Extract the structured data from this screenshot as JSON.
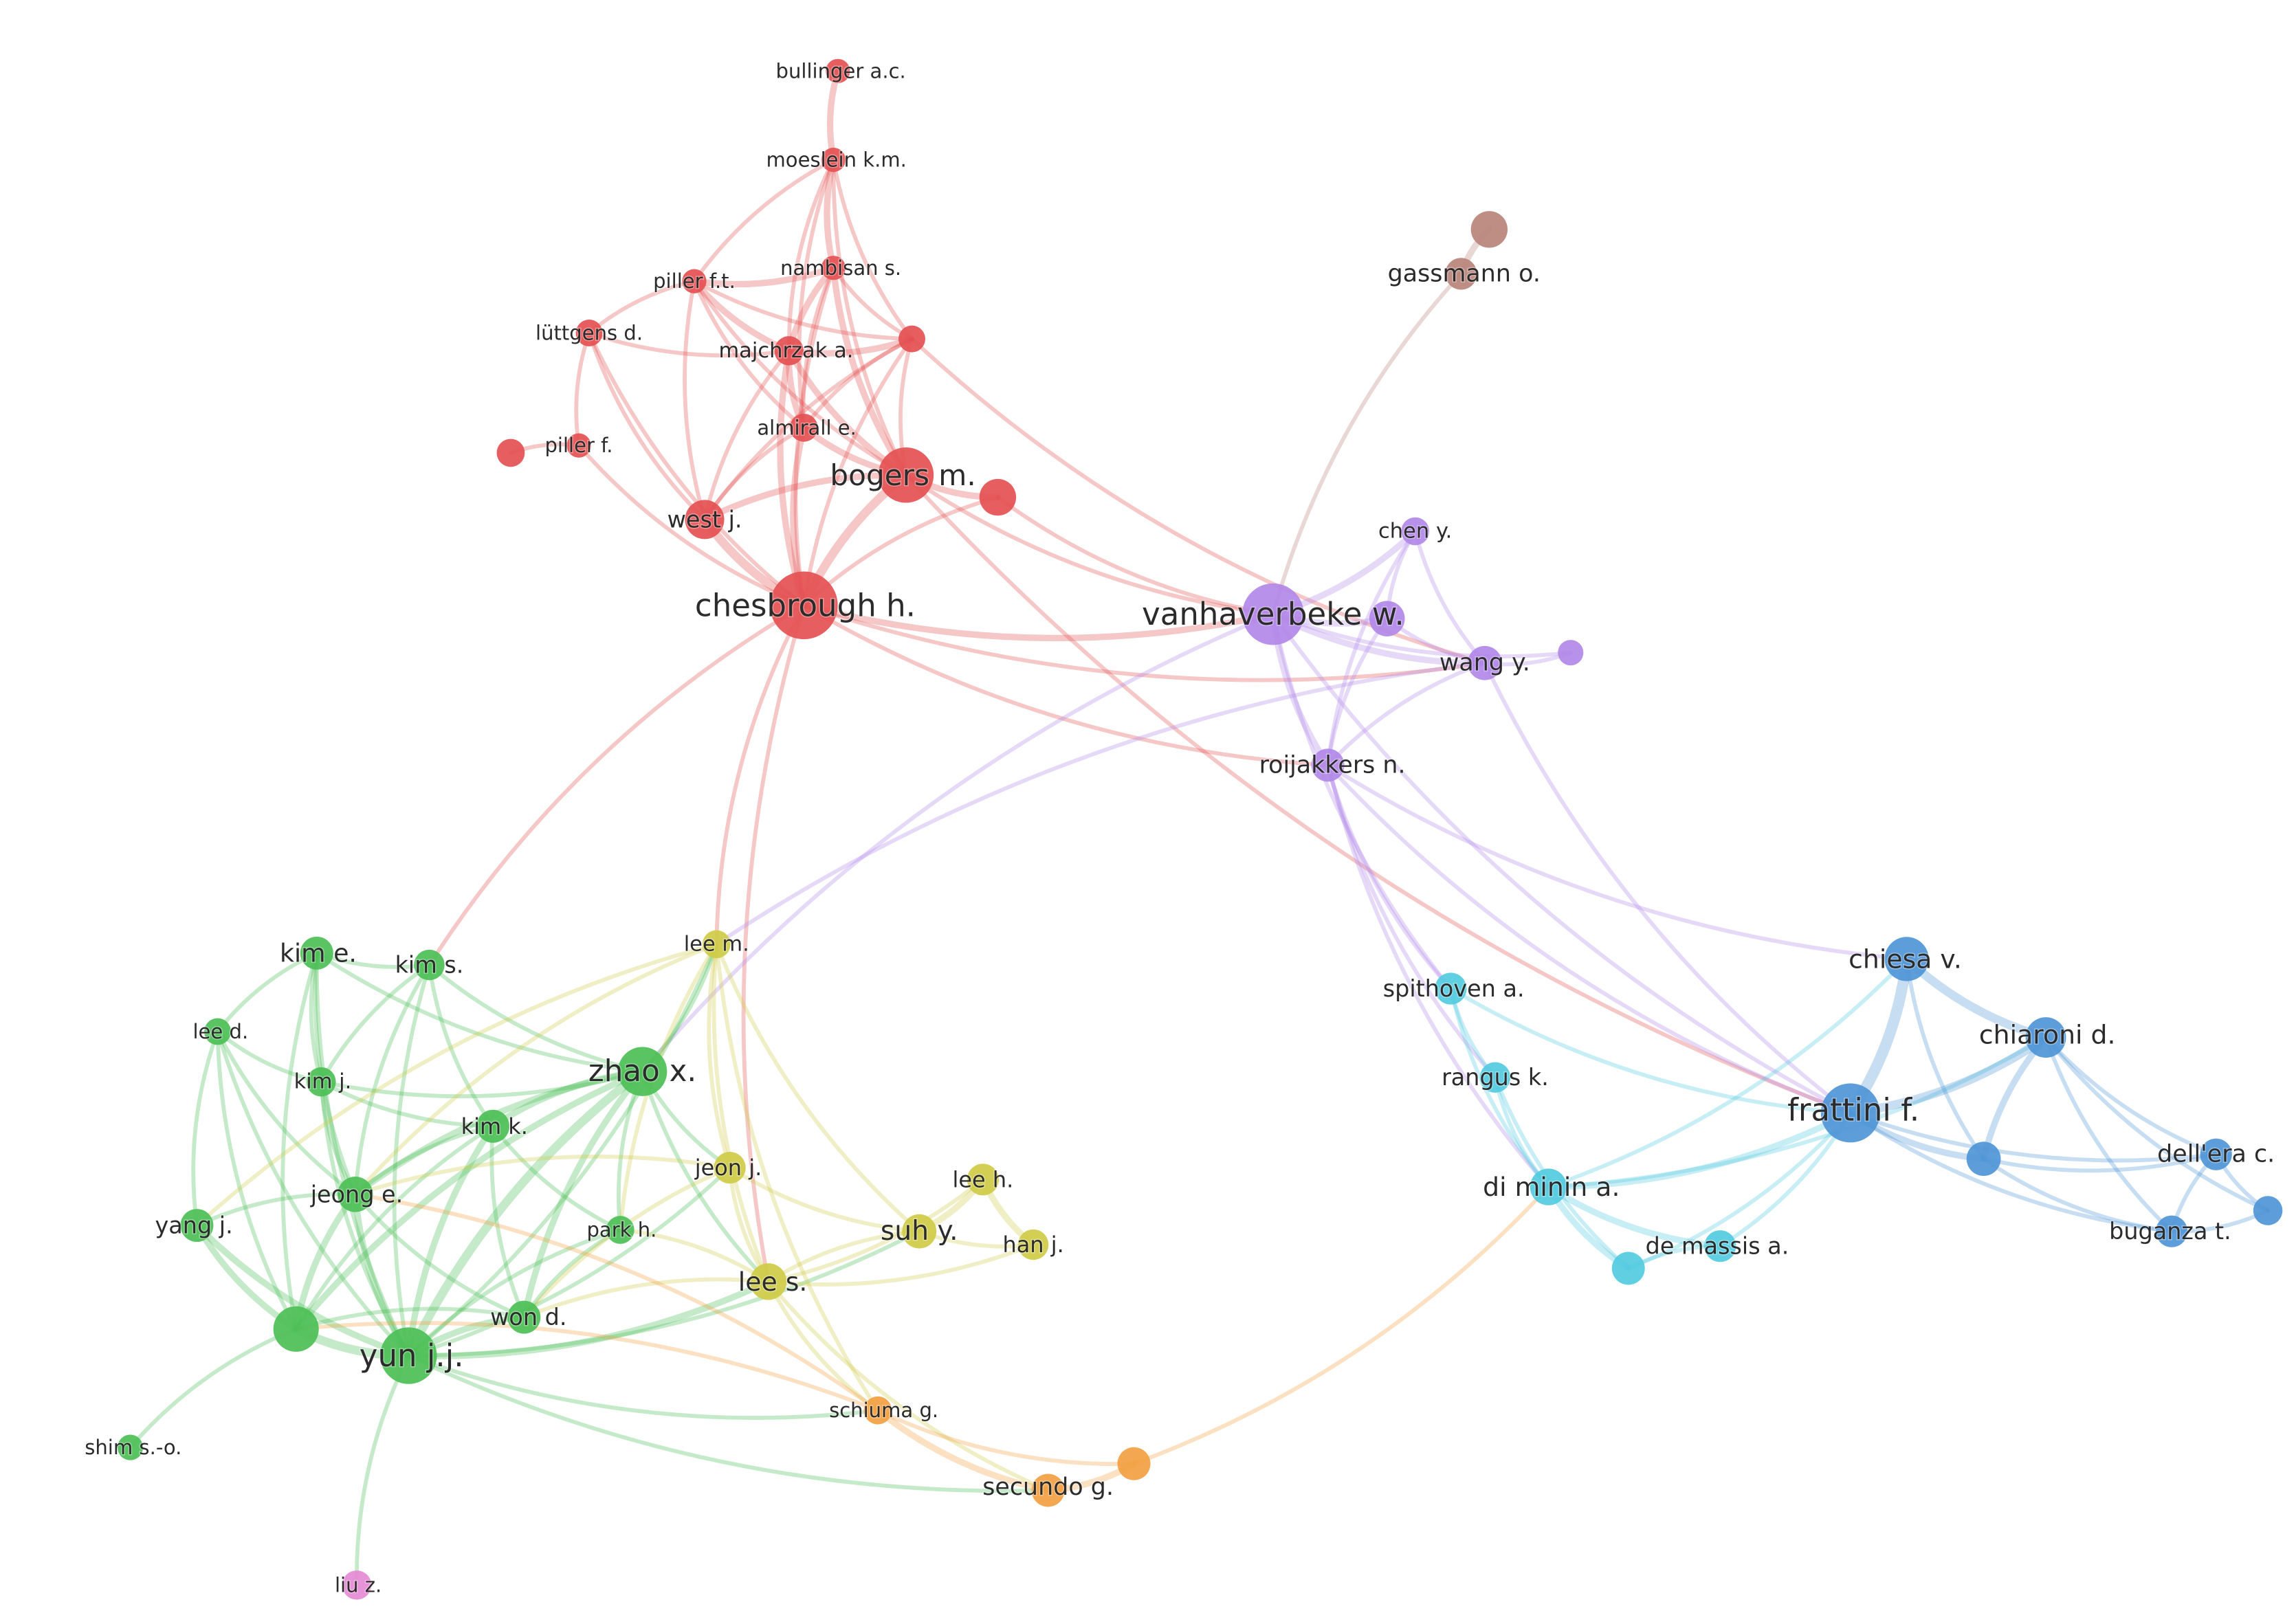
{
  "clusters": {
    "red": "#e45052",
    "purple": "#b288e8",
    "brown": "#b9847a",
    "green": "#4cbf56",
    "yellow": "#cfcb46",
    "orange": "#f2a041",
    "cyan": "#53cbe0",
    "blue": "#4f95d6",
    "pink": "#e48ad4"
  },
  "nodes": [
    {
      "id": "bullinger",
      "label": "bullinger a.c.",
      "cluster": "red",
      "weight": 1
    },
    {
      "id": "moeslein",
      "label": "moeslein k.m.",
      "cluster": "red",
      "weight": 1
    },
    {
      "id": "nambisan",
      "label": "nambisan s.",
      "cluster": "red",
      "weight": 1
    },
    {
      "id": "piller_ft",
      "label": "piller f.t.",
      "cluster": "red",
      "weight": 1
    },
    {
      "id": "luttgens",
      "label": "lüttgens d.",
      "cluster": "red",
      "weight": 1.2
    },
    {
      "id": "majchrzak",
      "label": "majchrzak a.",
      "cluster": "red",
      "weight": 1.4
    },
    {
      "id": "red_unl1",
      "label": "",
      "cluster": "red",
      "weight": 1.2
    },
    {
      "id": "almirall",
      "label": "almirall e.",
      "cluster": "red",
      "weight": 1.3
    },
    {
      "id": "piller_f",
      "label": "piller f.",
      "cluster": "red",
      "weight": 1
    },
    {
      "id": "red_unl2",
      "label": "",
      "cluster": "red",
      "weight": 1.3
    },
    {
      "id": "bogers",
      "label": "bogers m.",
      "cluster": "red",
      "weight": 3.5
    },
    {
      "id": "red_unl3",
      "label": "",
      "cluster": "red",
      "weight": 2
    },
    {
      "id": "west",
      "label": "west j.",
      "cluster": "red",
      "weight": 2.2
    },
    {
      "id": "chesbrough",
      "label": "chesbrough h.",
      "cluster": "red",
      "weight": 4.5
    },
    {
      "id": "brown_unl",
      "label": "",
      "cluster": "brown",
      "weight": 2
    },
    {
      "id": "gassmann",
      "label": "gassmann o.",
      "cluster": "brown",
      "weight": 1.6
    },
    {
      "id": "chen",
      "label": "chen y.",
      "cluster": "purple",
      "weight": 1.3
    },
    {
      "id": "vanhaverbeke",
      "label": "vanhaverbeke w.",
      "cluster": "purple",
      "weight": 4
    },
    {
      "id": "purple_unl1",
      "label": "",
      "cluster": "purple",
      "weight": 1.9
    },
    {
      "id": "wang",
      "label": "wang y.",
      "cluster": "purple",
      "weight": 1.8
    },
    {
      "id": "purple_unl2",
      "label": "",
      "cluster": "purple",
      "weight": 1.1
    },
    {
      "id": "roijakkers",
      "label": "roijakkers n.",
      "cluster": "purple",
      "weight": 1.7
    },
    {
      "id": "lee_m",
      "label": "lee m.",
      "cluster": "yellow",
      "weight": 1.3
    },
    {
      "id": "kim_e",
      "label": "kim e.",
      "cluster": "green",
      "weight": 1.7
    },
    {
      "id": "kim_s",
      "label": "kim s.",
      "cluster": "green",
      "weight": 1.5
    },
    {
      "id": "lee_d",
      "label": "lee d.",
      "cluster": "green",
      "weight": 1.2
    },
    {
      "id": "kim_j",
      "label": "kim j.",
      "cluster": "green",
      "weight": 1.4
    },
    {
      "id": "zhao",
      "label": "zhao x.",
      "cluster": "green",
      "weight": 3
    },
    {
      "id": "kim_k",
      "label": "kim k.",
      "cluster": "green",
      "weight": 1.7
    },
    {
      "id": "jeon",
      "label": "jeon j.",
      "cluster": "yellow",
      "weight": 1.6
    },
    {
      "id": "jeong",
      "label": "jeong e.",
      "cluster": "green",
      "weight": 1.9
    },
    {
      "id": "yang",
      "label": "yang j.",
      "cluster": "green",
      "weight": 1.7
    },
    {
      "id": "park",
      "label": "park h.",
      "cluster": "green",
      "weight": 1.3
    },
    {
      "id": "lee_h",
      "label": "lee h.",
      "cluster": "yellow",
      "weight": 1.6
    },
    {
      "id": "suh",
      "label": "suh y.",
      "cluster": "yellow",
      "weight": 1.8
    },
    {
      "id": "han",
      "label": "han j.",
      "cluster": "yellow",
      "weight": 1.5
    },
    {
      "id": "lee_s",
      "label": "lee s.",
      "cluster": "yellow",
      "weight": 2
    },
    {
      "id": "won",
      "label": "won d.",
      "cluster": "green",
      "weight": 1.7
    },
    {
      "id": "green_unl",
      "label": "",
      "cluster": "green",
      "weight": 2.7
    },
    {
      "id": "yun",
      "label": "yun j.j.",
      "cluster": "green",
      "weight": 3.6
    },
    {
      "id": "shim",
      "label": "shim s.-o.",
      "cluster": "green",
      "weight": 1.1
    },
    {
      "id": "schiuma",
      "label": "schiuma g.",
      "cluster": "orange",
      "weight": 1.3
    },
    {
      "id": "secundo",
      "label": "secundo g.",
      "cluster": "orange",
      "weight": 1.7
    },
    {
      "id": "orange_unl",
      "label": "",
      "cluster": "orange",
      "weight": 1.7
    },
    {
      "id": "liu",
      "label": "liu z.",
      "cluster": "pink",
      "weight": 1.4
    },
    {
      "id": "spithoven",
      "label": "spithoven a.",
      "cluster": "cyan",
      "weight": 1.6
    },
    {
      "id": "rangus",
      "label": "rangus k.",
      "cluster": "cyan",
      "weight": 1.5
    },
    {
      "id": "diminin",
      "label": "di minin a.",
      "cluster": "cyan",
      "weight": 2
    },
    {
      "id": "demassis",
      "label": "de massis a.",
      "cluster": "cyan",
      "weight": 1.6
    },
    {
      "id": "cyan_unl",
      "label": "",
      "cluster": "cyan",
      "weight": 1.7
    },
    {
      "id": "chiesa",
      "label": "chiesa v.",
      "cluster": "blue",
      "weight": 2.6
    },
    {
      "id": "chiaroni",
      "label": "chiaroni d.",
      "cluster": "blue",
      "weight": 2.3
    },
    {
      "id": "frattini",
      "label": "frattini f.",
      "cluster": "blue",
      "weight": 3.8
    },
    {
      "id": "blue_unl1",
      "label": "",
      "cluster": "blue",
      "weight": 1.8
    },
    {
      "id": "dellera",
      "label": "dell'era c.",
      "cluster": "blue",
      "weight": 1.6
    },
    {
      "id": "buganza",
      "label": "buganza t.",
      "cluster": "blue",
      "weight": 1.6
    },
    {
      "id": "blue_unl2",
      "label": "",
      "cluster": "blue",
      "weight": 1.4
    }
  ],
  "links": [
    [
      "bullinger",
      "moeslein",
      2
    ],
    [
      "moeslein",
      "nambisan",
      2
    ],
    [
      "moeslein",
      "majchrzak",
      1
    ],
    [
      "moeslein",
      "almirall",
      1
    ],
    [
      "moeslein",
      "piller_ft",
      1
    ],
    [
      "moeslein",
      "red_unl1",
      1
    ],
    [
      "moeslein",
      "bogers",
      1
    ],
    [
      "piller_ft",
      "nambisan",
      2
    ],
    [
      "piller_ft",
      "majchrzak",
      2
    ],
    [
      "piller_ft",
      "luttgens",
      1
    ],
    [
      "piller_ft",
      "almirall",
      1
    ],
    [
      "piller_ft",
      "bogers",
      1
    ],
    [
      "piller_ft",
      "red_unl1",
      1
    ],
    [
      "piller_ft",
      "west",
      1
    ],
    [
      "nambisan",
      "majchrzak",
      2
    ],
    [
      "nambisan",
      "almirall",
      1
    ],
    [
      "nambisan",
      "red_unl1",
      1
    ],
    [
      "nambisan",
      "bogers",
      2
    ],
    [
      "nambisan",
      "chesbrough",
      1
    ],
    [
      "luttgens",
      "majchrzak",
      1
    ],
    [
      "luttgens",
      "piller_f",
      1
    ],
    [
      "luttgens",
      "chesbrough",
      1
    ],
    [
      "luttgens",
      "west",
      1
    ],
    [
      "majchrzak",
      "red_unl1",
      2
    ],
    [
      "majchrzak",
      "almirall",
      2
    ],
    [
      "majchrzak",
      "bogers",
      2
    ],
    [
      "majchrzak",
      "west",
      1
    ],
    [
      "majchrzak",
      "chesbrough",
      2
    ],
    [
      "red_unl1",
      "bogers",
      1
    ],
    [
      "red_unl1",
      "almirall",
      1
    ],
    [
      "red_unl1",
      "chesbrough",
      1
    ],
    [
      "red_unl1",
      "west",
      1
    ],
    [
      "almirall",
      "bogers",
      2
    ],
    [
      "almirall",
      "chesbrough",
      2
    ],
    [
      "almirall",
      "west",
      1
    ],
    [
      "piller_f",
      "red_unl2",
      1
    ],
    [
      "piller_f",
      "chesbrough",
      1
    ],
    [
      "bogers",
      "red_unl3",
      2
    ],
    [
      "bogers",
      "west",
      2
    ],
    [
      "bogers",
      "chesbrough",
      3
    ],
    [
      "west",
      "chesbrough",
      3
    ],
    [
      "red_unl3",
      "chesbrough",
      1
    ],
    [
      "bogers",
      "frattini",
      1
    ],
    [
      "bogers",
      "vanhaverbeke",
      1
    ],
    [
      "red_unl3",
      "vanhaverbeke",
      1
    ],
    [
      "chesbrough",
      "vanhaverbeke",
      2
    ],
    [
      "chesbrough",
      "roijakkers",
      1
    ],
    [
      "chesbrough",
      "lee_m",
      1
    ],
    [
      "chesbrough",
      "kim_s",
      1
    ],
    [
      "chesbrough",
      "lee_s",
      1
    ],
    [
      "chesbrough",
      "wang",
      1
    ],
    [
      "red_unl1",
      "wang",
      1
    ],
    [
      "brown_unl",
      "gassmann",
      2
    ],
    [
      "gassmann",
      "vanhaverbeke",
      1
    ],
    [
      "vanhaverbeke",
      "chen",
      2
    ],
    [
      "vanhaverbeke",
      "purple_unl1",
      2
    ],
    [
      "vanhaverbeke",
      "wang",
      2
    ],
    [
      "vanhaverbeke",
      "roijakkers",
      2
    ],
    [
      "vanhaverbeke",
      "purple_unl2",
      1
    ],
    [
      "vanhaverbeke",
      "spithoven",
      1
    ],
    [
      "vanhaverbeke",
      "frattini",
      1
    ],
    [
      "vanhaverbeke",
      "zhao",
      1
    ],
    [
      "chen",
      "purple_unl1",
      1
    ],
    [
      "chen",
      "roijakkers",
      1
    ],
    [
      "chen",
      "wang",
      1
    ],
    [
      "purple_unl1",
      "wang",
      1
    ],
    [
      "purple_unl1",
      "roijakkers",
      1
    ],
    [
      "wang",
      "purple_unl2",
      1
    ],
    [
      "wang",
      "roijakkers",
      1
    ],
    [
      "wang",
      "lee_m",
      1
    ],
    [
      "wang",
      "frattini",
      1
    ],
    [
      "roijakkers",
      "spithoven",
      1
    ],
    [
      "roijakkers",
      "rangus",
      1
    ],
    [
      "roijakkers",
      "diminin",
      1
    ],
    [
      "roijakkers",
      "frattini",
      1
    ],
    [
      "roijakkers",
      "chiesa",
      1
    ],
    [
      "spithoven",
      "rangus",
      1
    ],
    [
      "spithoven",
      "diminin",
      1
    ],
    [
      "spithoven",
      "frattini",
      1
    ],
    [
      "rangus",
      "diminin",
      1
    ],
    [
      "rangus",
      "cyan_unl",
      1
    ],
    [
      "diminin",
      "demassis",
      2
    ],
    [
      "diminin",
      "cyan_unl",
      2
    ],
    [
      "diminin",
      "frattini",
      2
    ],
    [
      "diminin",
      "chiesa",
      1
    ],
    [
      "diminin",
      "chiaroni",
      1
    ],
    [
      "demassis",
      "cyan_unl",
      1
    ],
    [
      "demassis",
      "frattini",
      1
    ],
    [
      "cyan_unl",
      "frattini",
      1
    ],
    [
      "orange_unl",
      "diminin",
      1
    ],
    [
      "frattini",
      "chiesa",
      4
    ],
    [
      "frattini",
      "chiaroni",
      3
    ],
    [
      "frattini",
      "blue_unl1",
      2
    ],
    [
      "frattini",
      "dellera",
      1
    ],
    [
      "frattini",
      "buganza",
      1
    ],
    [
      "chiesa",
      "chiaroni",
      3
    ],
    [
      "chiesa",
      "blue_unl1",
      1
    ],
    [
      "chiaroni",
      "blue_unl1",
      2
    ],
    [
      "chiaroni",
      "dellera",
      1
    ],
    [
      "chiaroni",
      "buganza",
      1
    ],
    [
      "blue_unl1",
      "dellera",
      1
    ],
    [
      "blue_unl1",
      "buganza",
      1
    ],
    [
      "dellera",
      "buganza",
      1
    ],
    [
      "dellera",
      "blue_unl2",
      1
    ],
    [
      "buganza",
      "blue_unl2",
      1
    ],
    [
      "chiaroni",
      "blue_unl2",
      1
    ],
    [
      "kim_e",
      "kim_s",
      1
    ],
    [
      "kim_e",
      "lee_d",
      1
    ],
    [
      "kim_e",
      "kim_j",
      1
    ],
    [
      "kim_e",
      "jeong",
      1
    ],
    [
      "kim_e",
      "yun",
      1
    ],
    [
      "kim_e",
      "green_unl",
      1
    ],
    [
      "kim_e",
      "zhao",
      1
    ],
    [
      "kim_s",
      "kim_j",
      1
    ],
    [
      "kim_s",
      "zhao",
      1
    ],
    [
      "kim_s",
      "kim_k",
      1
    ],
    [
      "kim_s",
      "yun",
      1
    ],
    [
      "kim_s",
      "jeong",
      1
    ],
    [
      "lee_d",
      "kim_j",
      1
    ],
    [
      "lee_d",
      "yang",
      1
    ],
    [
      "lee_d",
      "jeong",
      1
    ],
    [
      "lee_d",
      "yun",
      1
    ],
    [
      "lee_d",
      "green_unl",
      1
    ],
    [
      "kim_j",
      "jeong",
      1
    ],
    [
      "kim_j",
      "yun",
      1
    ],
    [
      "kim_j",
      "zhao",
      1
    ],
    [
      "kim_j",
      "kim_k",
      1
    ],
    [
      "zhao",
      "kim_k",
      2
    ],
    [
      "zhao",
      "jeong",
      2
    ],
    [
      "zhao",
      "yun",
      3
    ],
    [
      "zhao",
      "green_unl",
      2
    ],
    [
      "zhao",
      "won",
      2
    ],
    [
      "zhao",
      "park",
      1
    ],
    [
      "zhao",
      "lee_m",
      1
    ],
    [
      "zhao",
      "jeon",
      1
    ],
    [
      "zhao",
      "lee_s",
      1
    ],
    [
      "kim_k",
      "jeong",
      1
    ],
    [
      "kim_k",
      "yun",
      2
    ],
    [
      "kim_k",
      "won",
      1
    ],
    [
      "kim_k",
      "green_unl",
      1
    ],
    [
      "kim_k",
      "park",
      1
    ],
    [
      "jeong",
      "yun",
      2
    ],
    [
      "jeong",
      "green_unl",
      2
    ],
    [
      "jeong",
      "yang",
      1
    ],
    [
      "jeong",
      "won",
      1
    ],
    [
      "yang",
      "yun",
      2
    ],
    [
      "yang",
      "green_unl",
      2
    ],
    [
      "park",
      "yun",
      1
    ],
    [
      "park",
      "won",
      1
    ],
    [
      "won",
      "yun",
      2
    ],
    [
      "won",
      "green_unl",
      1
    ],
    [
      "green_unl",
      "yun",
      3
    ],
    [
      "green_unl",
      "shim",
      1
    ],
    [
      "yun",
      "liu",
      1
    ],
    [
      "yun",
      "lee_s",
      2
    ],
    [
      "yun",
      "schiuma",
      1
    ],
    [
      "yun",
      "jeon",
      1
    ],
    [
      "yun",
      "suh",
      1
    ],
    [
      "yun",
      "lee_m",
      1
    ],
    [
      "yun",
      "secundo",
      1
    ],
    [
      "lee_m",
      "jeon",
      1
    ],
    [
      "lee_m",
      "lee_s",
      1
    ],
    [
      "lee_m",
      "schiuma",
      1
    ],
    [
      "lee_m",
      "suh",
      1
    ],
    [
      "lee_m",
      "jeong",
      1
    ],
    [
      "lee_m",
      "yang",
      1
    ],
    [
      "lee_m",
      "park",
      1
    ],
    [
      "jeon",
      "lee_s",
      1
    ],
    [
      "jeon",
      "suh",
      1
    ],
    [
      "jeon",
      "won",
      1
    ],
    [
      "jeon",
      "jeong",
      1
    ],
    [
      "suh",
      "lee_h",
      2
    ],
    [
      "suh",
      "han",
      1
    ],
    [
      "lee_h",
      "han",
      2
    ],
    [
      "suh",
      "lee_s",
      1
    ],
    [
      "lee_s",
      "lee_h",
      1
    ],
    [
      "lee_s",
      "han",
      1
    ],
    [
      "lee_s",
      "won",
      1
    ],
    [
      "lee_s",
      "schiuma",
      1
    ],
    [
      "lee_s",
      "park",
      1
    ],
    [
      "lee_s",
      "secundo",
      1
    ],
    [
      "schiuma",
      "secundo",
      2
    ],
    [
      "secundo",
      "orange_unl",
      2
    ],
    [
      "schiuma",
      "orange_unl",
      1
    ],
    [
      "schiuma",
      "green_unl",
      1
    ],
    [
      "schiuma",
      "jeong",
      1
    ]
  ]
}
